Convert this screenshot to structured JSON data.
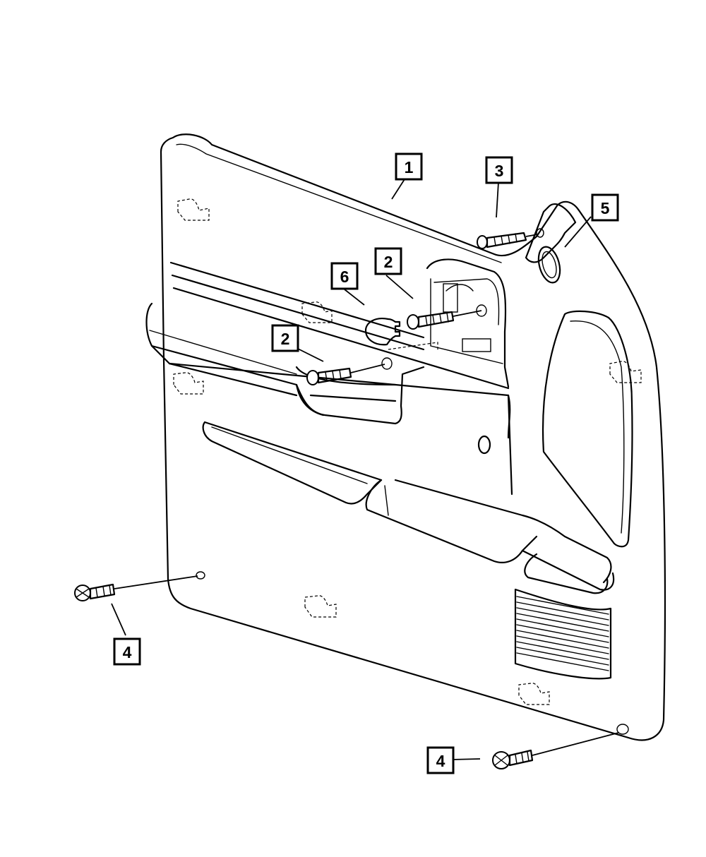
{
  "callouts": [
    {
      "id": "callout-1",
      "label": "1",
      "part": "door-trim-panel"
    },
    {
      "id": "callout-2a",
      "label": "2",
      "part": "screw-upper"
    },
    {
      "id": "callout-2b",
      "label": "2",
      "part": "screw-armrest"
    },
    {
      "id": "callout-3",
      "label": "3",
      "part": "screw-mirror-cover"
    },
    {
      "id": "callout-4a",
      "label": "4",
      "part": "push-pin-left"
    },
    {
      "id": "callout-4b",
      "label": "4",
      "part": "push-pin-bottom"
    },
    {
      "id": "callout-5",
      "label": "5",
      "part": "mirror-cover-bezel"
    },
    {
      "id": "callout-6",
      "label": "6",
      "part": "clip"
    }
  ],
  "colors": {
    "line": "#000000",
    "background": "#ffffff"
  }
}
